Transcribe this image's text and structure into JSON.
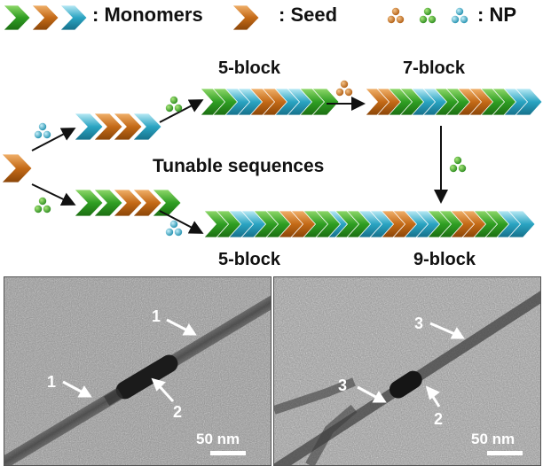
{
  "legend": {
    "monomers_label": ": Monomers",
    "seed_label": ": Seed",
    "np_label": ": NP"
  },
  "scheme": {
    "center_label": "Tunable sequences",
    "top_block_label": "5-block",
    "bottom_block_label": "5-block",
    "right_top_label": "7-block",
    "right_bottom_label": "9-block"
  },
  "colors": {
    "green": "#2f9e23",
    "orange": "#c46a17",
    "blue": "#2aa4c2"
  },
  "tem_left": {
    "callouts": [
      "1",
      "1",
      "2"
    ],
    "scale_bar": "50 nm"
  },
  "tem_right": {
    "callouts": [
      "3",
      "3",
      "2"
    ],
    "scale_bar": "50 nm"
  }
}
